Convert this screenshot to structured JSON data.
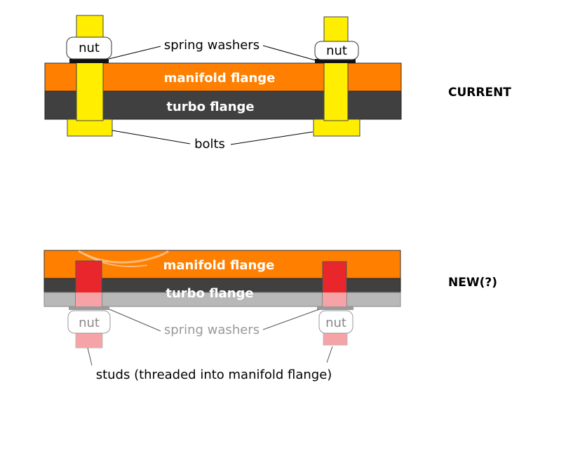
{
  "colors": {
    "manifold": "#ff7f00",
    "turbo": "#404040",
    "bolt": "#ffee00",
    "stud": "#e8262c",
    "washer": "#111111",
    "overlay": "#d4d4d4"
  },
  "current": {
    "side_label": "CURRENT",
    "manifold_label": "manifold flange",
    "turbo_label": "turbo flange",
    "nut_left": "nut",
    "nut_right": "nut",
    "washers_label": "spring washers",
    "bolts_label": "bolts"
  },
  "new": {
    "side_label": "NEW(?)",
    "manifold_label": "manifold flange",
    "turbo_label": "turbo flange",
    "nut_left": "nut",
    "nut_right": "nut",
    "washers_label": "spring washers",
    "studs_label": "studs (threaded into manifold flange)"
  }
}
